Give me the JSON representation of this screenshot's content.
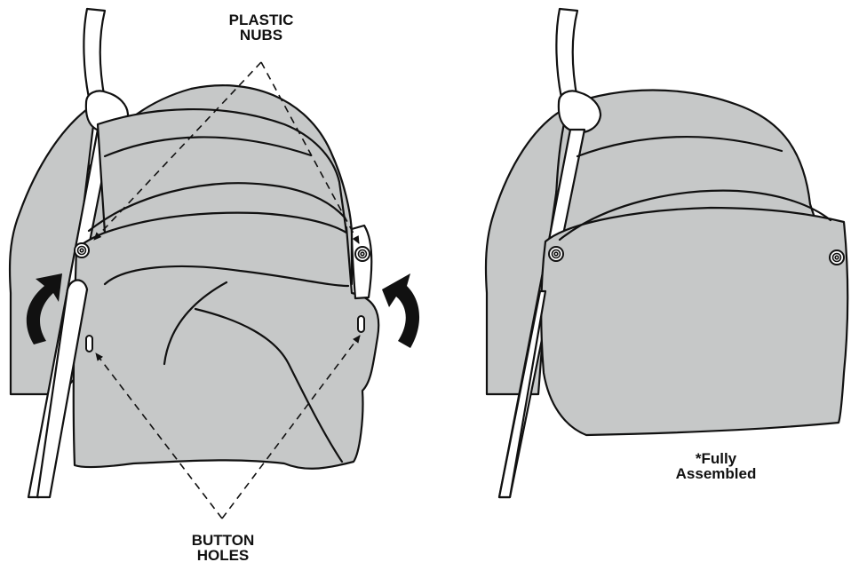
{
  "labels": {
    "plastic_nubs": [
      "PLASTIC",
      "NUBS"
    ],
    "button_holes": [
      "BUTTON",
      "HOLES"
    ],
    "fully_assembled": [
      "*Fully",
      "Assembled"
    ]
  },
  "colors": {
    "fabric": "#c6c8c8",
    "outline": "#111111",
    "frame": "#ffffff"
  }
}
